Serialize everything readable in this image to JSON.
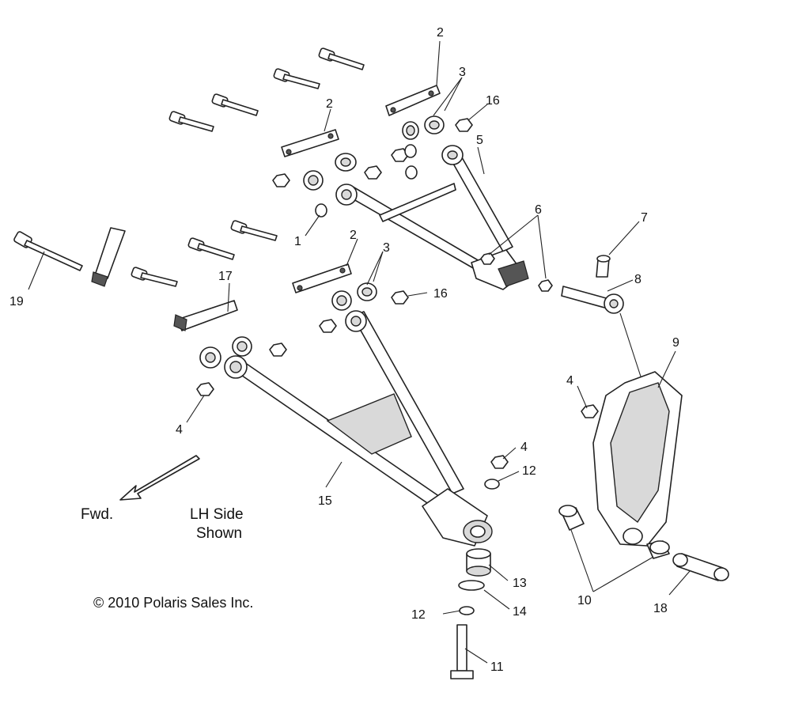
{
  "callouts": [
    "1",
    "2",
    "3",
    "4",
    "5",
    "6",
    "7",
    "8",
    "9",
    "10",
    "11",
    "12",
    "13",
    "14",
    "15",
    "16",
    "17",
    "18",
    "19"
  ],
  "notes": {
    "fwd": "Fwd.",
    "side_line1": "LH Side",
    "side_line2": "Shown",
    "copyright": "© 2010 Polaris Sales Inc."
  }
}
